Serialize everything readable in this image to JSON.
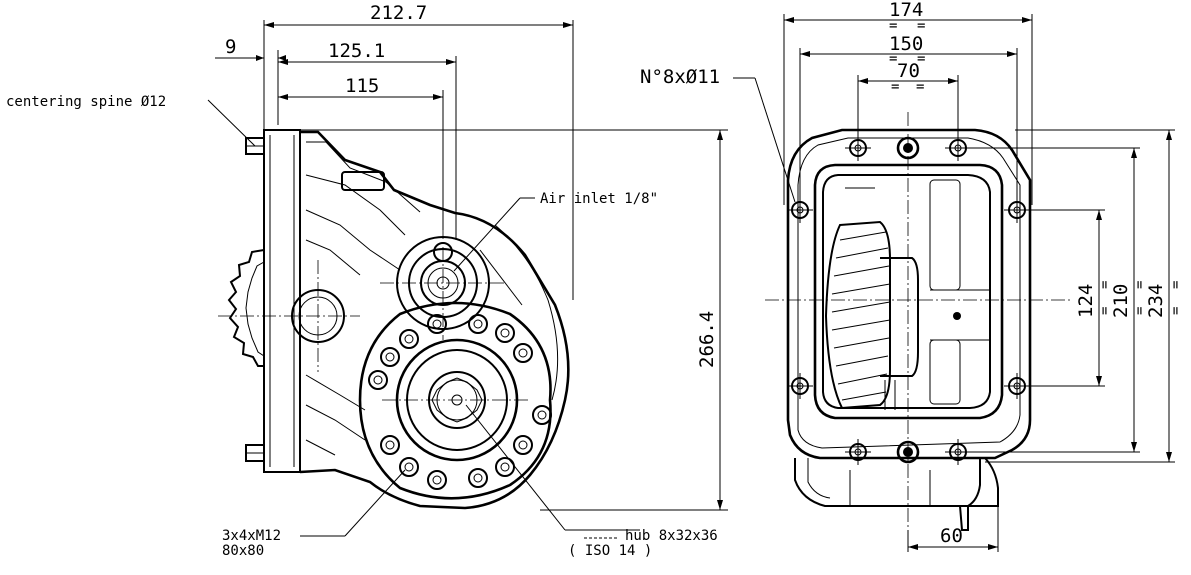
{
  "side_view": {
    "dims": {
      "overall_length": "212.7",
      "flange_offset": "9",
      "shaft_offset": "125.1",
      "hub_offset": "115",
      "height": "266.4"
    },
    "labels": {
      "centering_spine": "centering spine Ø12",
      "air_inlet": "Air inlet 1/8\"",
      "mount_bolts_line1": "3x4xM12",
      "mount_bolts_line2": "80x80",
      "hub_line1": "hub 8x32x36",
      "hub_line2": "( ISO 14 )"
    }
  },
  "front_view": {
    "dims": {
      "width_outer": "174",
      "width_mid": "150",
      "width_inner": "70",
      "holes": "N°8xØ11",
      "height_inner": "124",
      "height_mid": "210",
      "height_outer": "234",
      "bottom_width": "60"
    },
    "symmetry_mark": "="
  }
}
